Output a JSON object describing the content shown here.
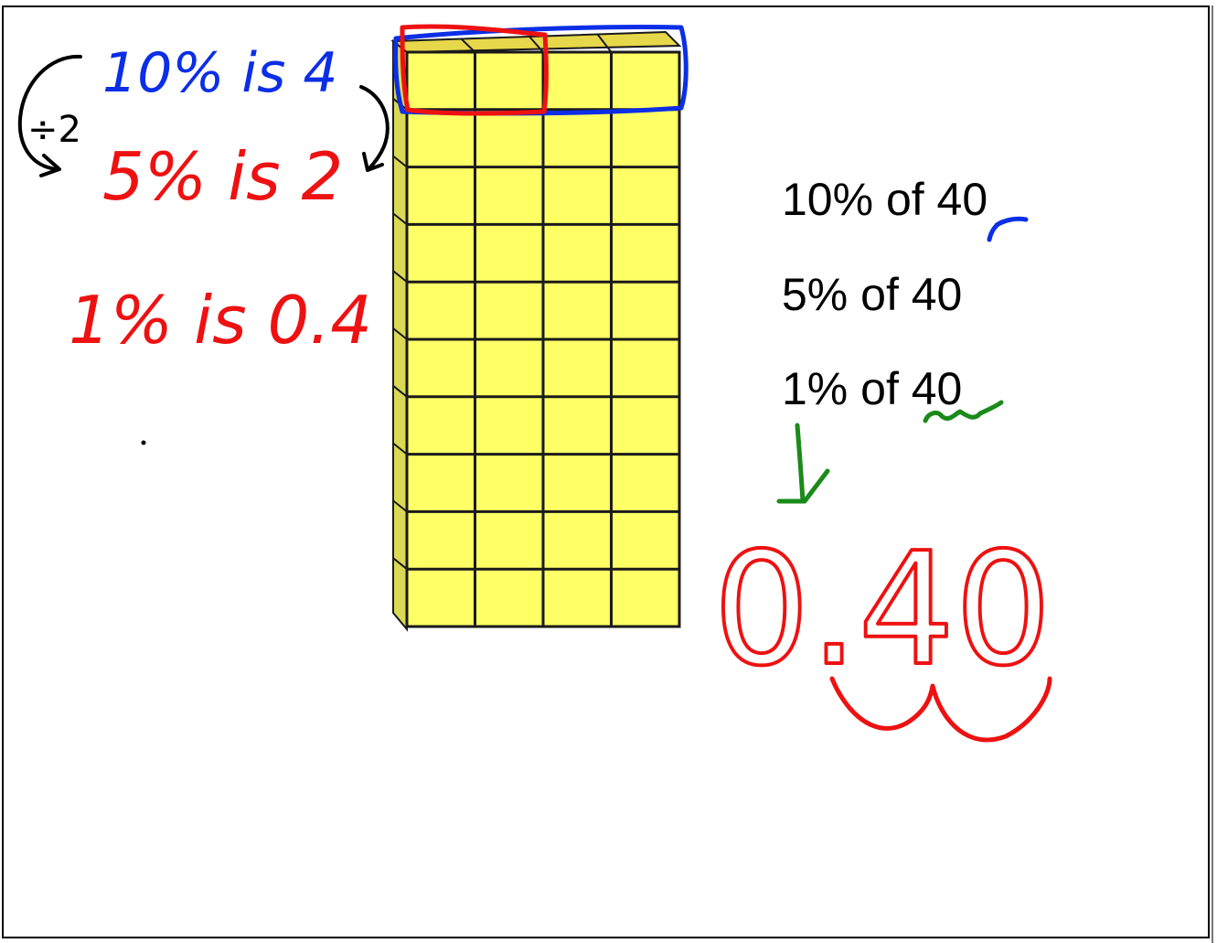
{
  "typed_text": {
    "line1": "10% of 40",
    "line2": "5% of 40",
    "line3": "1% of 40"
  },
  "handwritten": {
    "ten_percent": "10% is 4",
    "five_percent": "5% is 2",
    "divide_note": "÷2",
    "one_percent": "1% is 0.4",
    "answer": "0.40"
  },
  "model": {
    "columns": 4,
    "rows": 10,
    "face_color": "#ffff66",
    "top_color": "#e6d84a",
    "side_color": "#d9d955",
    "grid_line_color": "#1a1a1a"
  },
  "ink_colors": {
    "blue": "#0b2ee6",
    "red": "#ee1111",
    "green": "#1a8a1a",
    "black": "#000000"
  }
}
